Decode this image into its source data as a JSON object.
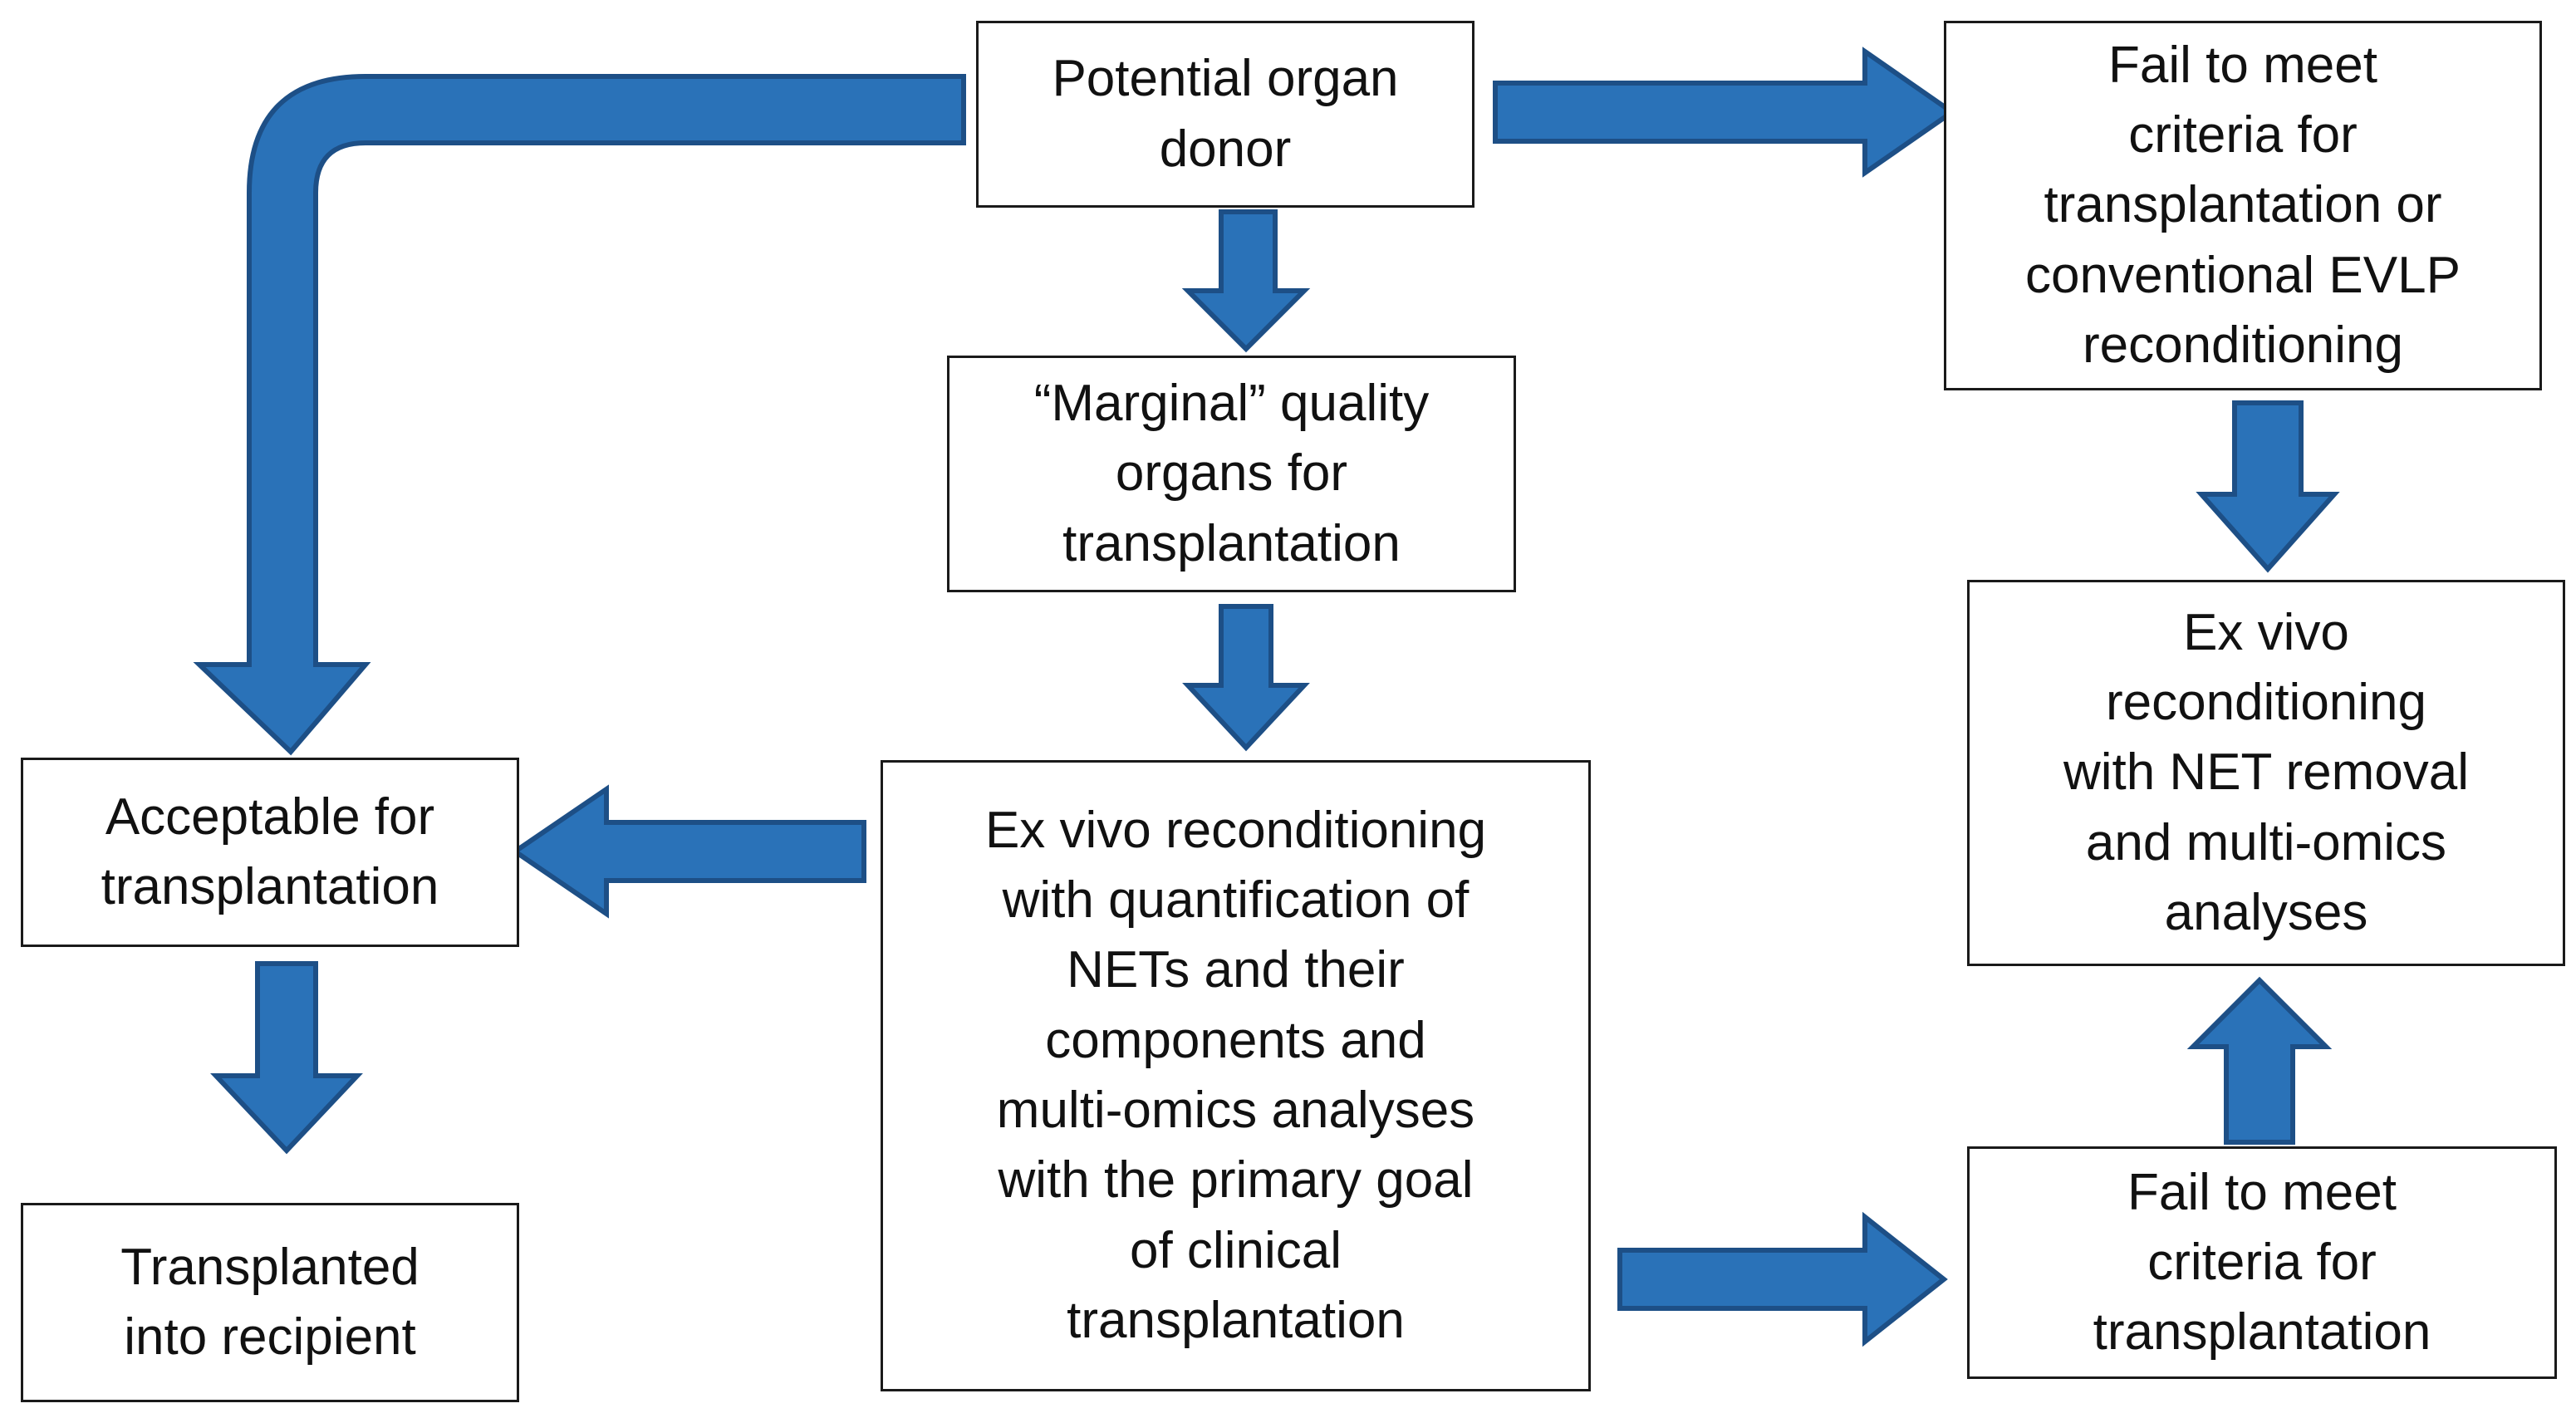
{
  "nodes": {
    "potential_donor": "Potential organ\ndonor",
    "fail_criteria_evlp": "Fail to meet\ncriteria for\ntransplantation or\nconventional EVLP\nreconditioning",
    "marginal_quality": "“Marginal” quality\norgans for\ntransplantation",
    "ex_vivo_net_removal": "Ex vivo\nreconditioning\nwith NET removal\nand multi-omics\nanalyses",
    "acceptable": "Acceptable for\ntransplantation",
    "ex_vivo_quantification": "Ex vivo reconditioning\nwith quantification of\nNETs and their\ncomponents and\nmulti-omics analyses\nwith the primary goal\nof clinical\ntransplantation",
    "transplanted": "Transplanted\ninto recipient",
    "fail_criteria": "Fail to meet\ncriteria for\ntransplantation"
  },
  "colors": {
    "arrow_fill": "#2a72b8",
    "arrow_stroke": "#1d4f86",
    "box_border": "#1a1a1a"
  }
}
